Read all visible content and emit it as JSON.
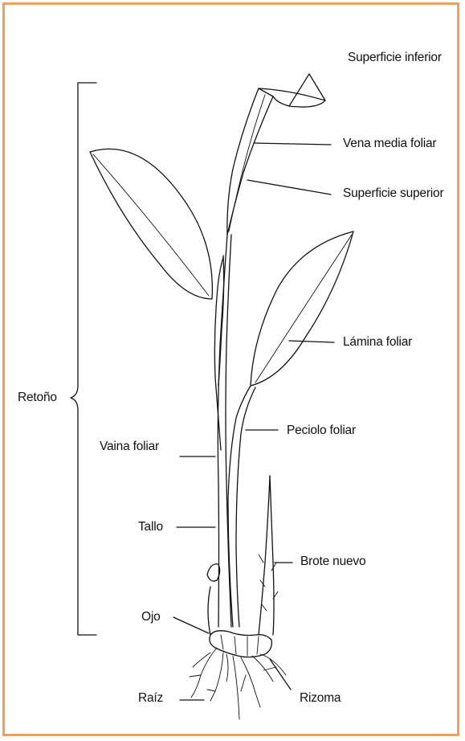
{
  "colors": {
    "frame": "#f0a058",
    "ink": "#111111",
    "background": "#ffffff"
  },
  "labels": {
    "superficie_inferior": "Superficie inferior",
    "vena_media_foliar": "Vena media foliar",
    "superficie_superior": "Superficie superior",
    "lamina_foliar": "Lámina foliar",
    "retono": "Retoño",
    "peciolo_foliar": "Peciolo foliar",
    "vaina_foliar": "Vaina foliar",
    "tallo": "Tallo",
    "brote_nuevo": "Brote nuevo",
    "ojo": "Ojo",
    "raiz": "Raíz",
    "rizoma": "Rizoma"
  }
}
